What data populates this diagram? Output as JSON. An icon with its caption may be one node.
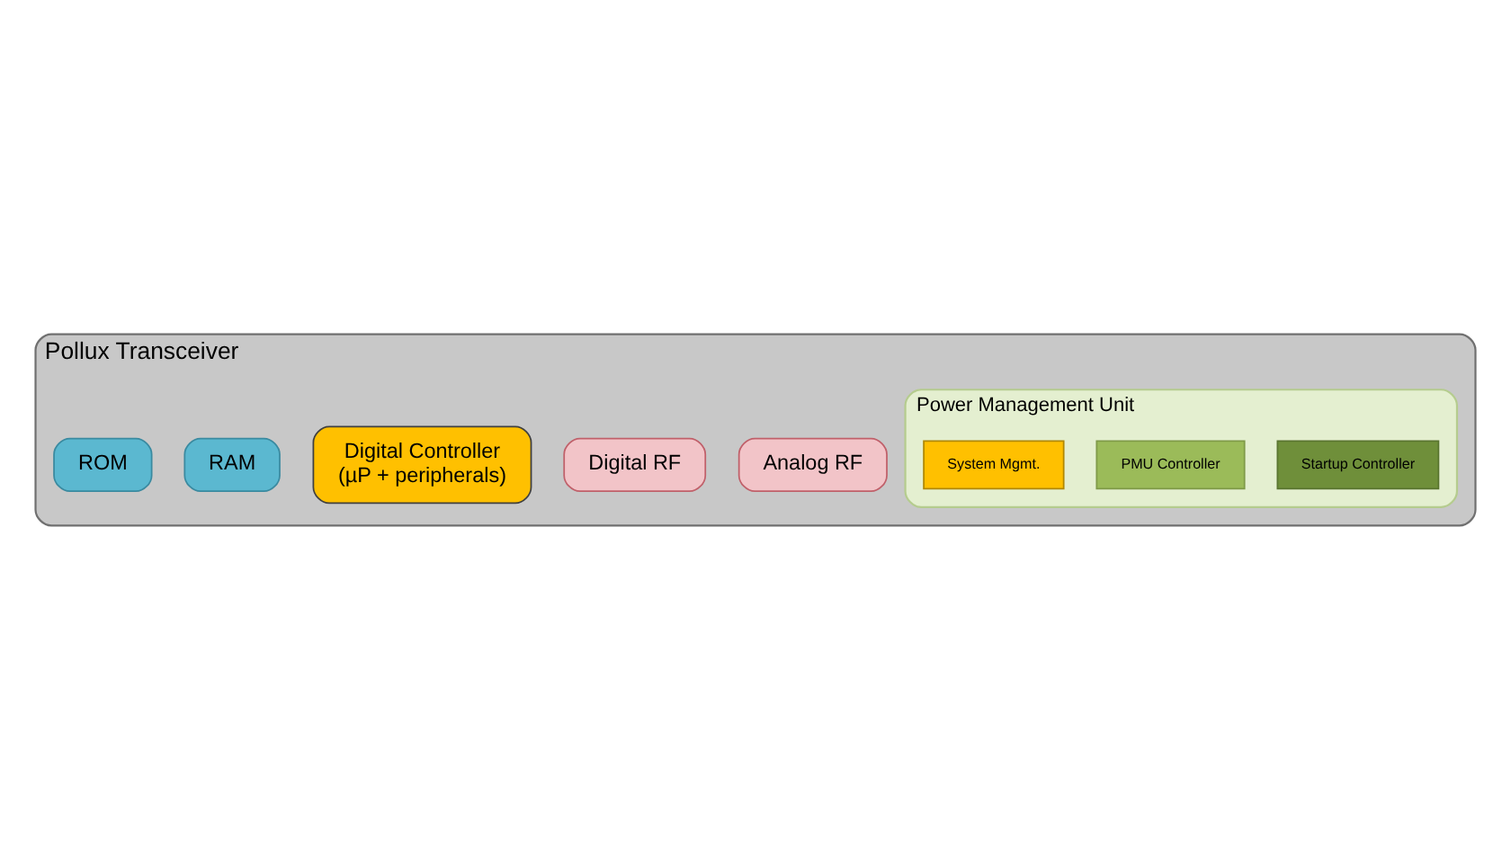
{
  "diagram": {
    "nodes": [
      {
        "text": [
          "Pollux Transceiver"
        ]
      },
      {
        "text": [
          "Analog RF"
        ],
        "in": 0
      },
      {
        "text": [
          "Digital RF"
        ],
        "in": 0
      },
      {
        "text": [
          "Power Management Unit"
        ],
        "in": 0
      },
      {
        "text": [
          "Startup Controller"
        ],
        "in": 3
      },
      {
        "text": [
          "PMU Controller"
        ],
        "in": 3
      },
      {
        "text": [
          "System Mgmt."
        ],
        "in": 3
      },
      {
        "text": [
          "Digital Controller",
          "(µP + peripherals)"
        ],
        "in": 0
      },
      {
        "text": [
          "RAM"
        ],
        "in": 0
      },
      {
        "text": [
          "ROM"
        ],
        "in": 0
      }
    ]
  }
}
